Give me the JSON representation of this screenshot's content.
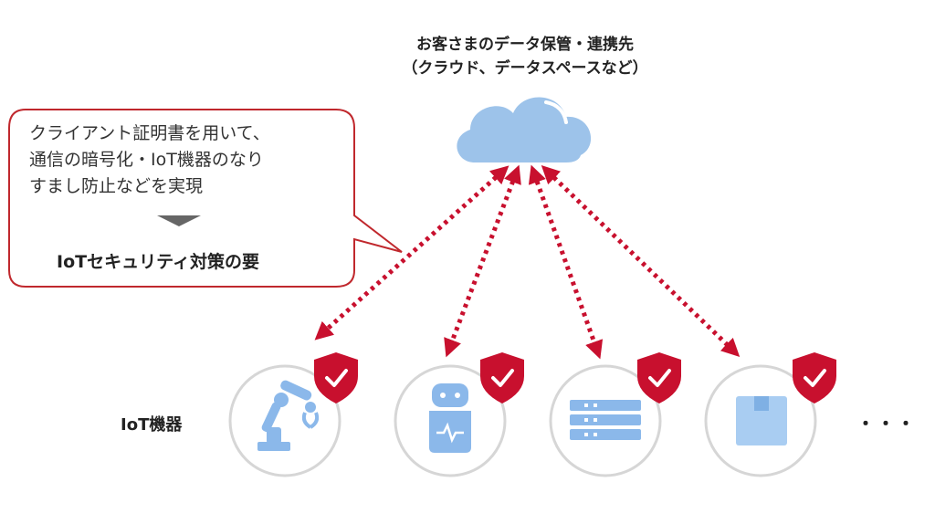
{
  "cloud": {
    "caption_line1": "お客さまのデータ保管・連携先",
    "caption_line2": "（クラウド、データスペースなど）",
    "icon": "cloud-icon"
  },
  "callout": {
    "line1": "クライアント証明書を用いて、",
    "line2": "通信の暗号化・IoT機器のなり",
    "line3": "すまし防止などを実現",
    "conclusion": "IoTセキュリティ対策の要",
    "border_color": "#c0282d"
  },
  "devices": {
    "label": "IoT機器",
    "items": [
      {
        "icon": "robot-arm-icon"
      },
      {
        "icon": "service-robot-icon"
      },
      {
        "icon": "server-rack-icon"
      },
      {
        "icon": "package-box-icon"
      }
    ],
    "more": "・・・"
  },
  "colors": {
    "accent_red": "#c8102e",
    "cloud_blue": "#9dc3ea",
    "device_blue": "#8bb8ea",
    "circle_border": "#d6d6d6"
  }
}
